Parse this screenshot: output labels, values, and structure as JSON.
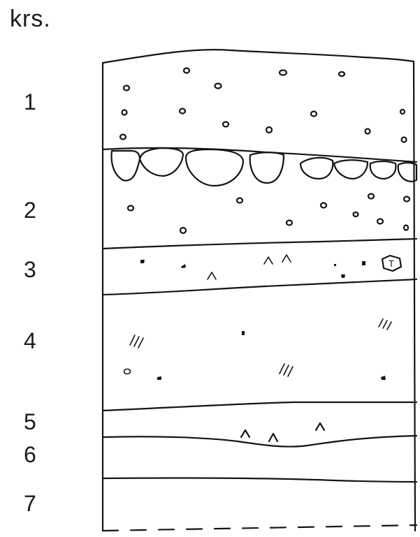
{
  "title": "krs.",
  "layers": [
    "1",
    "2",
    "3",
    "4",
    "5",
    "6",
    "7"
  ],
  "tile_mark": "T"
}
